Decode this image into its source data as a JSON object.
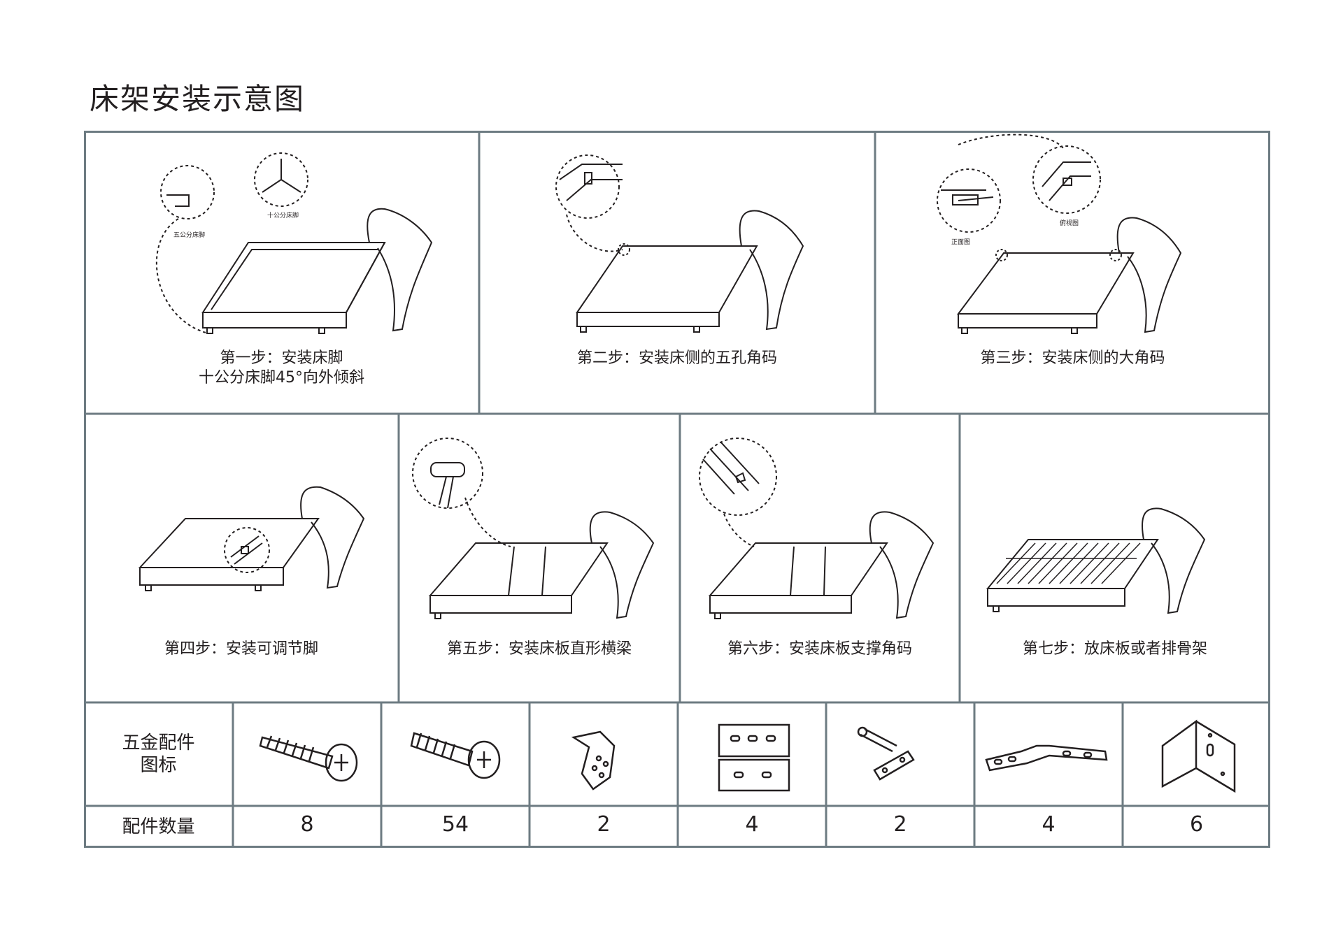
{
  "title": "床架安装示意图",
  "steps": [
    {
      "caption": "第一步：安装床脚",
      "caption2": "十公分床脚45°向外倾斜",
      "note_a": "五公分床脚",
      "note_b": "十公分床脚"
    },
    {
      "caption": "第二步：安装床侧的五孔角码"
    },
    {
      "caption": "第三步：安装床侧的大角码",
      "note_a": "正面图",
      "note_b": "俯视图"
    },
    {
      "caption": "第四步：安装可调节脚"
    },
    {
      "caption": "第五步：安装床板直形横梁"
    },
    {
      "caption": "第六步：安装床板支撑角码"
    },
    {
      "caption": "第七步：放床板或者排骨架"
    }
  ],
  "parts_table": {
    "row1_label": "五金配件\n图标",
    "row1_label_line1": "五金配件",
    "row1_label_line2": "图标",
    "row2_label": "配件数量",
    "quantities": [
      "8",
      "54",
      "2",
      "4",
      "2",
      "4",
      "6"
    ],
    "icons": [
      "long-screw-icon",
      "short-screw-icon",
      "corner-bracket-icon",
      "five-hole-plate-icon",
      "adjustable-foot-icon",
      "side-bracket-icon",
      "large-angle-bracket-icon"
    ]
  },
  "colors": {
    "grid_line": "#6d7b82",
    "ink": "#231f20"
  }
}
